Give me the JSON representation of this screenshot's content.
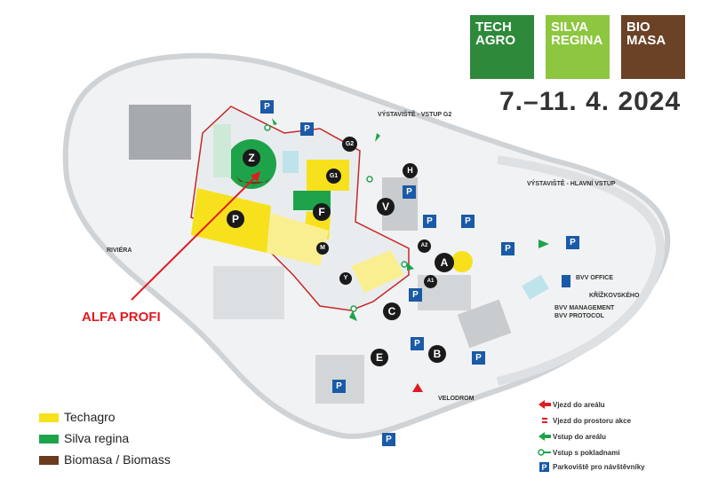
{
  "brands": [
    {
      "line1": "TECH",
      "line2": "AGRO",
      "color": "#2e8a3a"
    },
    {
      "line1": "SILVA",
      "line2": "REGINA",
      "color": "#8dc63f"
    },
    {
      "line1": "BIO",
      "line2": "MASA",
      "color": "#6b4226"
    }
  ],
  "dates": "7.–11. 4. 2024",
  "map_labels": {
    "vstup_g2": "VÝSTAVIŠTĚ - VSTUP G2",
    "hlavni_vstup": "VÝSTAVIŠTĚ - HLAVNÍ VSTUP",
    "riviera": "RIVIÉRA",
    "bvv_office": "BVV OFFICE",
    "krizkovskeho": "KŘÍŽKOVSKÉHO",
    "bvv_management": "BVV MANAGEMENT",
    "bvv_protocol": "BVV PROTOCOL",
    "velodrom": "VELODROM"
  },
  "pavilions": [
    "Z",
    "P",
    "F",
    "G1",
    "G2",
    "H",
    "V",
    "M",
    "Y",
    "A",
    "A2",
    "A1",
    "C",
    "B",
    "E"
  ],
  "annotation": "ALFA PROFI",
  "legend": [
    {
      "label": "Techagro",
      "color": "#f7e11c"
    },
    {
      "label": "Silva regina",
      "color": "#1fa34a"
    },
    {
      "label": "Biomasa / Biomass",
      "color": "#6b3a1f"
    }
  ],
  "key": [
    {
      "label": "Vjezd do areálu",
      "icon": "red-arrow-icon"
    },
    {
      "label": "Vjezd do prostoru akce",
      "icon": "double-arrow-icon"
    },
    {
      "label": "Vstup do areálu",
      "icon": "green-arrow-icon"
    },
    {
      "label": "Vstup s pokladnami",
      "icon": "green-arrow-circle-icon"
    },
    {
      "label": "Parkoviště pro návštěvníky",
      "icon": "parking-icon"
    }
  ],
  "parking_letter": "P"
}
